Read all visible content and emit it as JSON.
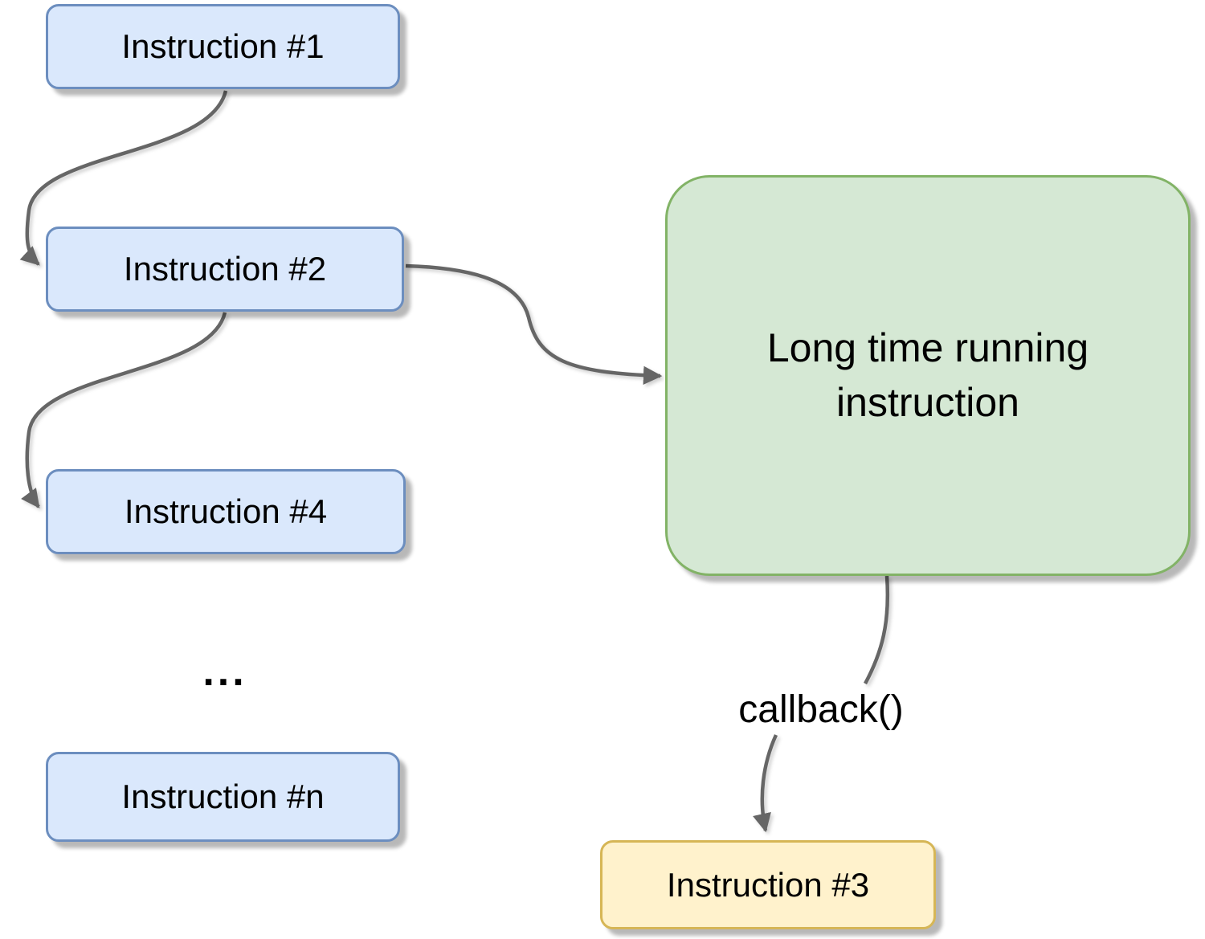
{
  "nodes": {
    "instruction1": {
      "label": "Instruction #1",
      "fill": "#dae8fc",
      "border": "#6c8ebf"
    },
    "instruction2": {
      "label": "Instruction #2",
      "fill": "#dae8fc",
      "border": "#6c8ebf"
    },
    "instruction4": {
      "label": "Instruction #4",
      "fill": "#dae8fc",
      "border": "#6c8ebf"
    },
    "instructionN": {
      "label": "Instruction #n",
      "fill": "#dae8fc",
      "border": "#6c8ebf"
    },
    "longRunning": {
      "label": "Long time running instruction",
      "fill": "#d5e8d4",
      "border": "#82b366"
    },
    "instruction3": {
      "label": "Instruction #3",
      "fill": "#fff2cc",
      "border": "#d6b656"
    }
  },
  "labels": {
    "ellipsis": "...",
    "callback": "callback()"
  },
  "edges": [
    {
      "from": "instruction1",
      "to": "instruction2",
      "arrowhead": true
    },
    {
      "from": "instruction2",
      "to": "instruction4",
      "arrowhead": true
    },
    {
      "from": "instruction2",
      "to": "longRunning",
      "arrowhead": true
    },
    {
      "from": "longRunning",
      "to": "callback",
      "arrowhead": false
    },
    {
      "from": "callback",
      "to": "instruction3",
      "arrowhead": true
    }
  ],
  "colors": {
    "arrow": "#666666",
    "text": "#000000",
    "background": "#ffffff"
  }
}
